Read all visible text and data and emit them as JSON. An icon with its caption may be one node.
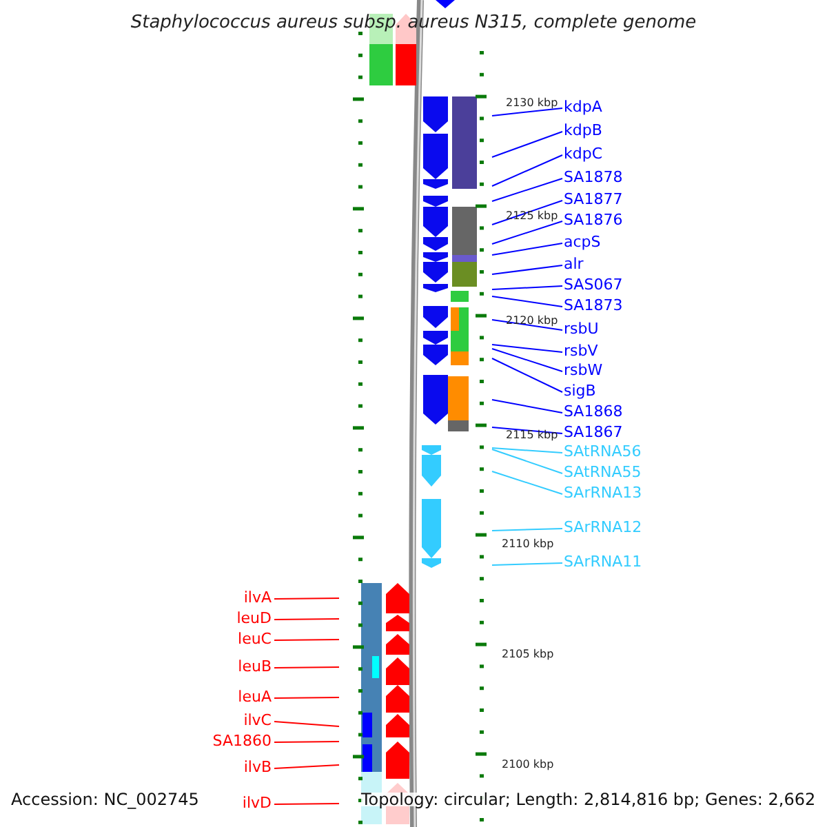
{
  "diagram": {
    "title": "Staphylococcus aureus subsp. aureus N315, complete genome",
    "nodes": [
      {
        "text": [
          "kdpA"
        ]
      },
      {
        "text": [
          "kdpB"
        ]
      },
      {
        "text": [
          "kdpC"
        ]
      },
      {
        "text": [
          "SA1878"
        ]
      },
      {
        "text": [
          "SA1877"
        ]
      },
      {
        "text": [
          "SA1876"
        ]
      },
      {
        "text": [
          "acpS"
        ]
      },
      {
        "text": [
          "alr"
        ]
      },
      {
        "text": [
          "SAS067"
        ]
      },
      {
        "text": [
          "SA1873"
        ]
      },
      {
        "text": [
          "rsbU"
        ]
      },
      {
        "text": [
          "rsbV"
        ]
      },
      {
        "text": [
          "rsbW"
        ]
      },
      {
        "text": [
          "sigB"
        ]
      },
      {
        "text": [
          "SA1868"
        ]
      },
      {
        "text": [
          "SA1867"
        ]
      },
      {
        "text": [
          "SAtRNA56"
        ]
      },
      {
        "text": [
          "SAtRNA55"
        ]
      },
      {
        "text": [
          "SArRNA13"
        ]
      },
      {
        "text": [
          "SArRNA12"
        ]
      },
      {
        "text": [
          "SArRNA11"
        ]
      },
      {
        "text": [
          "ilvA"
        ]
      },
      {
        "text": [
          "leuD"
        ]
      },
      {
        "text": [
          "leuC"
        ]
      },
      {
        "text": [
          "leuB"
        ]
      },
      {
        "text": [
          "leuA"
        ]
      },
      {
        "text": [
          "ilvC"
        ]
      },
      {
        "text": [
          "SA1860"
        ]
      },
      {
        "text": [
          "ilvB"
        ]
      },
      {
        "text": [
          "ilvD"
        ]
      }
    ],
    "edges": [
      {
        "from": 0,
        "to": null,
        "arrow": "none"
      },
      {
        "from": 1,
        "to": null,
        "arrow": "none"
      },
      {
        "from": 2,
        "to": null,
        "arrow": "none"
      },
      {
        "from": 3,
        "to": null,
        "arrow": "none"
      },
      {
        "from": 4,
        "to": null,
        "arrow": "none"
      },
      {
        "from": 5,
        "to": null,
        "arrow": "none"
      },
      {
        "from": 6,
        "to": null,
        "arrow": "none"
      },
      {
        "from": 7,
        "to": null,
        "arrow": "none"
      },
      {
        "from": 8,
        "to": null,
        "arrow": "none"
      },
      {
        "from": 9,
        "to": null,
        "arrow": "none"
      },
      {
        "from": 10,
        "to": null,
        "arrow": "none"
      },
      {
        "from": 11,
        "to": null,
        "arrow": "none"
      },
      {
        "from": 12,
        "to": null,
        "arrow": "none"
      },
      {
        "from": 13,
        "to": null,
        "arrow": "none"
      },
      {
        "from": 14,
        "to": null,
        "arrow": "none"
      },
      {
        "from": 15,
        "to": null,
        "arrow": "none"
      },
      {
        "from": 16,
        "to": null,
        "arrow": "none",
        "color": "#33ccff"
      },
      {
        "from": 17,
        "to": null,
        "arrow": "none",
        "color": "#33ccff"
      },
      {
        "from": 18,
        "to": null,
        "arrow": "none",
        "color": "#33ccff"
      },
      {
        "from": 19,
        "to": null,
        "arrow": "none",
        "color": "#33ccff"
      },
      {
        "from": 20,
        "to": null,
        "arrow": "none",
        "color": "#33ccff"
      },
      {
        "from": 21,
        "to": null,
        "arrow": "none",
        "color": "#ff0000"
      },
      {
        "from": 22,
        "to": null,
        "arrow": "none",
        "color": "#ff0000"
      },
      {
        "from": 23,
        "to": null,
        "arrow": "none",
        "color": "#ff0000"
      },
      {
        "from": 24,
        "to": null,
        "arrow": "none",
        "color": "#ff0000"
      },
      {
        "from": 25,
        "to": null,
        "arrow": "none",
        "color": "#ff0000"
      },
      {
        "from": 26,
        "to": null,
        "arrow": "none",
        "color": "#ff0000"
      },
      {
        "from": 27,
        "to": null,
        "arrow": "none",
        "color": "#ff0000"
      },
      {
        "from": 28,
        "to": null,
        "arrow": "none",
        "color": "#ff0000"
      },
      {
        "from": 29,
        "to": null,
        "arrow": "none",
        "color": "#ff0000"
      }
    ],
    "labels": [
      "2130 kbp",
      "2125 kbp",
      "2120 kbp",
      "2115 kbp",
      "2110 kbp",
      "2105 kbp",
      "2100 kbp",
      "Accession: NC_002745",
      "Topology: circular; Length: 2,814,816 bp; Genes: 2,662"
    ]
  }
}
